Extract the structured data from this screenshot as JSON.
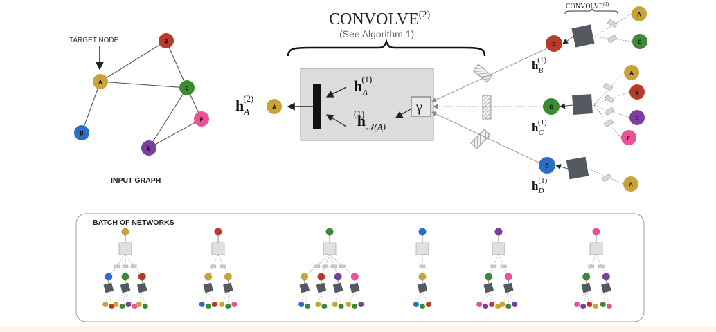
{
  "colors": {
    "A": "#c9a23a",
    "B": "#b83a2b",
    "C": "#3a8b34",
    "D": "#2b6fc4",
    "E": "#7b3fa0",
    "F": "#ee4f96",
    "aggregator_box": "#555a60",
    "conv_panel": "#dcdcdc",
    "strip": "#fff4e5"
  },
  "input_graph": {
    "target_label": "TARGET NODE",
    "caption": "INPUT GRAPH",
    "nodes": [
      "A",
      "B",
      "C",
      "D",
      "E",
      "F"
    ],
    "edges": [
      [
        "A",
        "B"
      ],
      [
        "A",
        "C"
      ],
      [
        "A",
        "D"
      ],
      [
        "B",
        "C"
      ],
      [
        "C",
        "E"
      ],
      [
        "C",
        "F"
      ],
      [
        "E",
        "F"
      ]
    ]
  },
  "convolve": {
    "title_main": "CONVOLVE",
    "title_sup": "(2)",
    "subtitle": "(See Algorithm 1)",
    "self_label": "h",
    "self_sub": "A",
    "self_sup": "(1)",
    "neigh_label": "h",
    "neigh_sub": "𝒩(A)",
    "neigh_sup": "(1)",
    "gamma": "γ",
    "output_label": "h",
    "output_sub": "A",
    "output_sup": "(2)",
    "output_node": "A"
  },
  "convolve1": {
    "title_main": "CONVOLVE",
    "title_sup": "(1)",
    "groups": [
      {
        "node": "B",
        "h_sub": "B",
        "h_sup": "(1)",
        "neighbors": [
          "A",
          "C"
        ]
      },
      {
        "node": "C",
        "h_sub": "C",
        "h_sup": "(1)",
        "neighbors": [
          "A",
          "B",
          "E",
          "F"
        ]
      },
      {
        "node": "D",
        "h_sub": "D",
        "h_sup": "(1)",
        "neighbors": [
          "A"
        ]
      }
    ]
  },
  "batch": {
    "title": "BATCH OF NETWORKS",
    "roots": [
      "A",
      "B",
      "C",
      "D",
      "E",
      "F"
    ]
  }
}
